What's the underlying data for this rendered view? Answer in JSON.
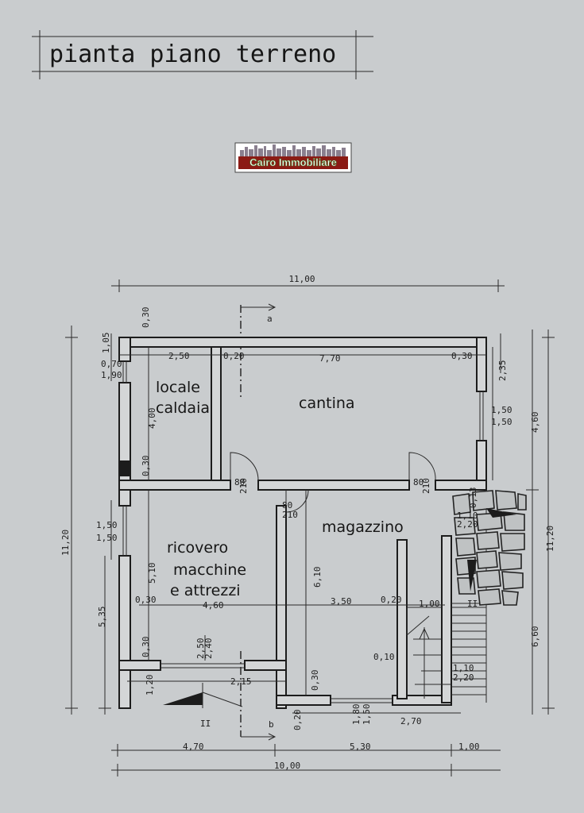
{
  "title": "pianta piano terreno",
  "logo": {
    "text": "Cairo Immobiliare",
    "accent": "#8b1a14",
    "green": "#4a7c2e"
  },
  "rooms": {
    "locale_caldaia_1": "locale",
    "locale_caldaia_2": "caldaia",
    "cantina": "cantina",
    "magazzino": "magazzino",
    "ricovero_1": "ricovero",
    "ricovero_2": "macchine",
    "ricovero_3": "e attrezzi"
  },
  "section_marks": {
    "a": "a",
    "b": "b",
    "cut": "II"
  },
  "dims": {
    "top_total": "11,00",
    "d_030_top": "0,30",
    "d_105": "1,05",
    "d_070": "0,70",
    "d_190": "1,90",
    "d_250": "2,50",
    "d_020": "0,20",
    "d_770": "7,70",
    "d_030_r": "0,30",
    "d_400": "4,00",
    "d_235": "2,35",
    "d_150_r1": "1,50",
    "d_150_r2": "1,50",
    "d_460": "4,60",
    "d_030_mid": "0,30",
    "door1_a": "80",
    "door1_b": "210",
    "door2_a": "80",
    "door2_b": "210",
    "door3_a": "80",
    "door3_b": "210",
    "d_013": "0,13",
    "d_110": "1,10",
    "d_220": "2,20",
    "d_1120_l": "11,20",
    "d_1120_r": "11,20",
    "d_150_l1": "1,50",
    "d_150_l2": "1,50",
    "d_510": "5,10",
    "d_610": "6,10",
    "d_030_l": "0,30",
    "d_460_h": "4,60",
    "d_350": "3,50",
    "d_020_m": "0,20",
    "d_100": "1,00",
    "d_535": "5,35",
    "d_660": "6,60",
    "d_030_l2": "0,30",
    "d_250_d": "2,50",
    "d_240_d": "2,40",
    "d_010": "0,10",
    "d_110_s": "1,10",
    "d_220_s": "2,20",
    "d_120": "1,20",
    "d_215": "2,15",
    "d_030_b": "0,30",
    "d_020_b": "0,20",
    "d_180": "1,80",
    "d_150_b": "1,50",
    "d_270": "2,70",
    "d_470": "4,70",
    "d_530": "5,30",
    "d_100_b": "1,00",
    "d_1000": "10,00"
  }
}
